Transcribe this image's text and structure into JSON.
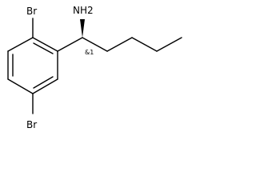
{
  "molecule": {
    "labels": {
      "amine": "NH2",
      "bromine_top": "Br",
      "bromine_bottom": "Br",
      "stereo": "&1"
    }
  },
  "colors": {
    "bond": "#000000",
    "text": "#000000",
    "background": "#ffffff"
  }
}
